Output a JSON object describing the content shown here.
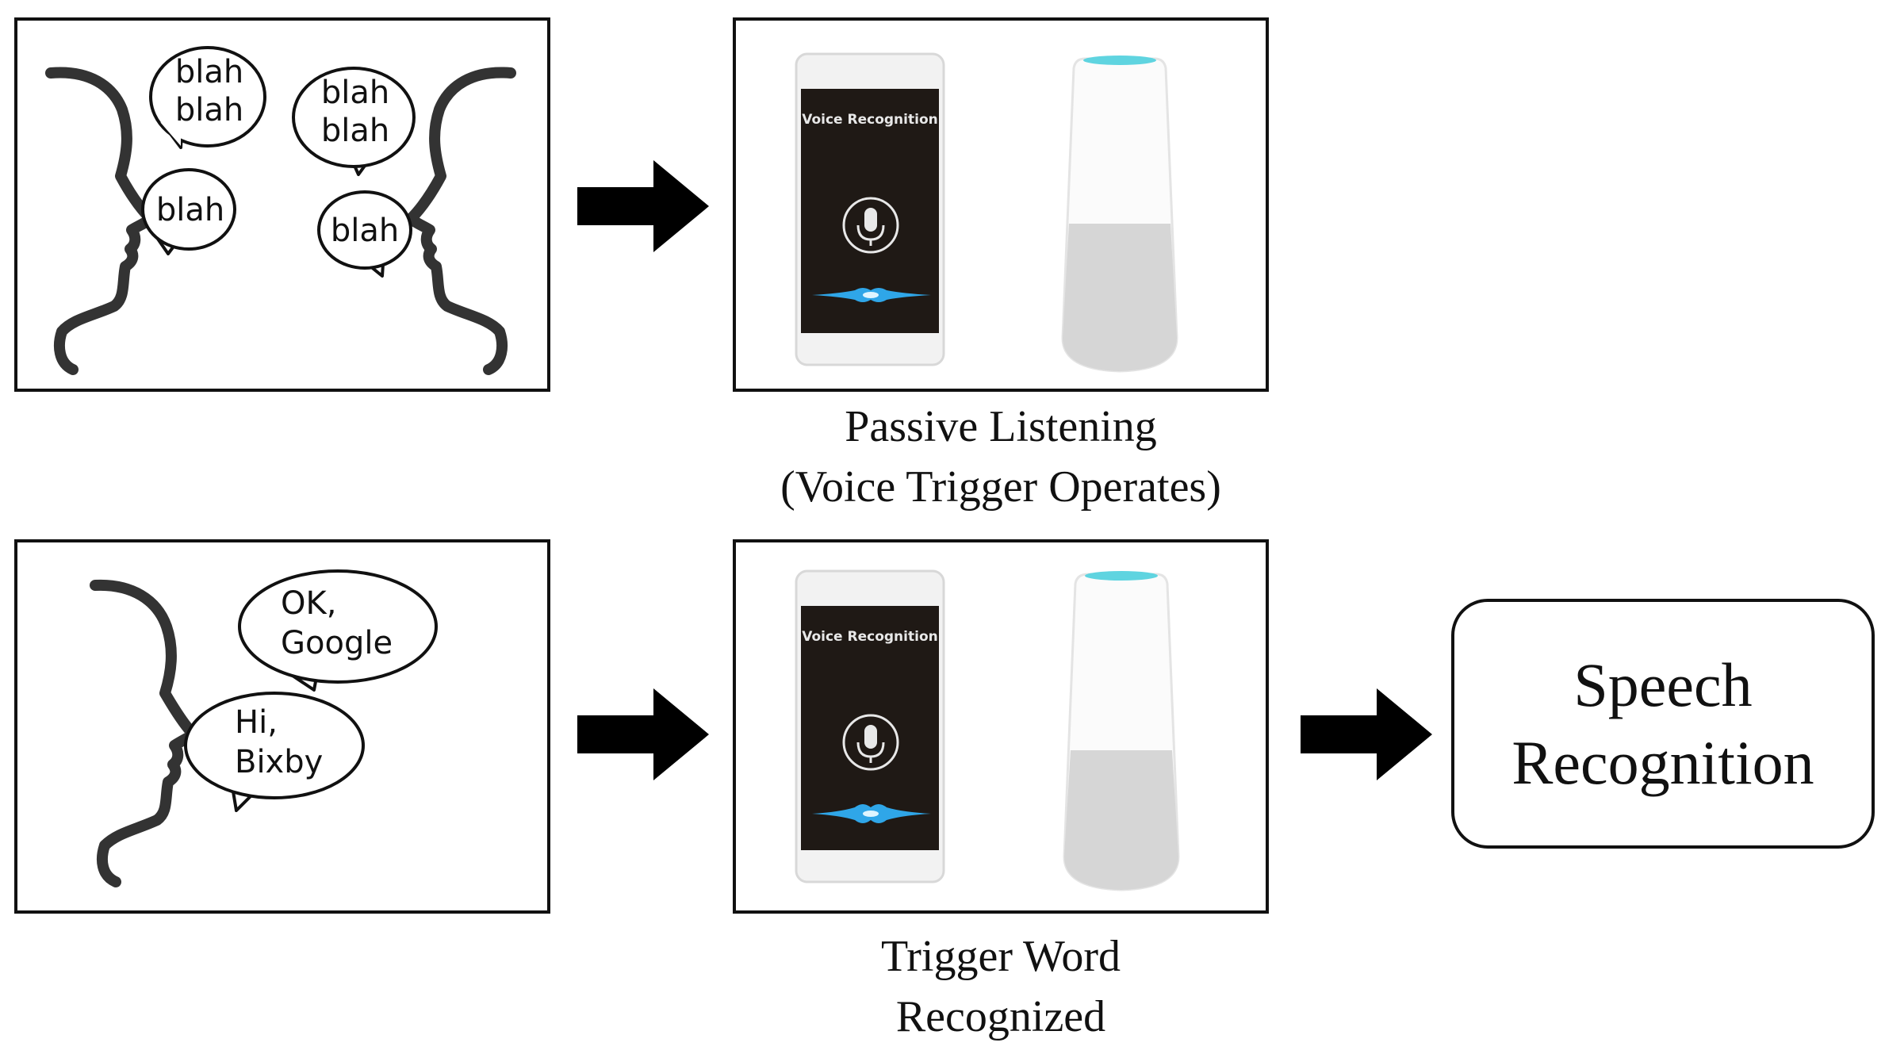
{
  "colors": {
    "stroke": "#111111",
    "outline": "#333333",
    "phone_screen": "#1f1915",
    "speaker_light": "#5fd4e0",
    "wave": "#2fa6e8",
    "speaker_fabric": "#d6d6d6"
  },
  "icons": [
    "human-profile-icon",
    "speech-bubble-icon",
    "arrow-right-icon",
    "smartphone-icon",
    "microphone-icon",
    "smart-speaker-icon"
  ],
  "row1": {
    "bubbles": [
      {
        "lines": [
          "blah",
          "blah"
        ]
      },
      {
        "lines": [
          "blah",
          "blah"
        ]
      },
      {
        "lines": [
          "blah"
        ]
      },
      {
        "lines": [
          "blah"
        ]
      }
    ],
    "phone_title": "Voice Recognition",
    "caption_line1": "Passive Listening",
    "caption_line2": "(Voice Trigger Operates)"
  },
  "row2": {
    "bubbles": [
      {
        "lines": [
          "OK,",
          "Google"
        ]
      },
      {
        "lines": [
          "Hi,",
          "Bixby"
        ]
      }
    ],
    "phone_title": "Voice Recognition",
    "caption_line1": "Trigger Word",
    "caption_line2": "Recognized"
  },
  "result": {
    "line1": "Speech",
    "line2": "Recognition"
  }
}
